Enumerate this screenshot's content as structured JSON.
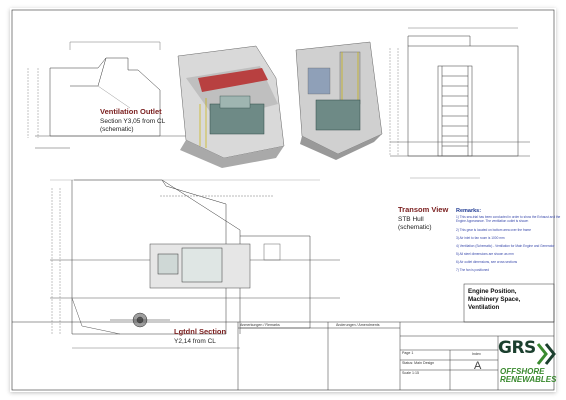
{
  "views": {
    "ventilation": {
      "title": "Ventilation Outlet",
      "line1": "Section Y3,05 from CL",
      "line2": "(schematic)"
    },
    "transom": {
      "title": "Transom View",
      "line1": "STB Hull",
      "line2": "(schematic)"
    },
    "lgtdnl": {
      "title": "Lgtdnl Section",
      "line1": "Y2,14 from CL"
    }
  },
  "remarks": {
    "title": "Remarks:",
    "items": [
      "1) This sea-trial has been conducted in order to show the Exhaust and the Engine Appearance. The ventilation outlet is shown",
      "2) This gear is located on bottom area over the frame",
      "3) Air inlet to fan room is 1000 mm",
      "4) Ventilation (Schematic) - Ventilation for Main Engine and Generator",
      "5) All steel dimensions are shown as mm",
      "6) Air outlet dimensions, see cross sections",
      "7) The fan is positioned"
    ]
  },
  "title_block": {
    "title_lines": [
      "Engine Position,",
      "Machinery Space,",
      "Ventilation"
    ],
    "col_left": "Anmerkungen / Remarks",
    "col_mid": "Änderungen / Amendments",
    "field_page": "Page 1",
    "field_status": "Status: Main Design",
    "field_scale": "Scale 1:15",
    "field_index": "Index",
    "index_value": "A"
  },
  "logo": {
    "main": "GRS",
    "line1": "OFFSHORE",
    "line2": "RENEWABLES"
  },
  "colors": {
    "title_red": "#7a1e1e",
    "remarks_blue": "#1f3a93",
    "logo_green": "#3a8a2f",
    "logo_dark": "#1b3f2e"
  }
}
